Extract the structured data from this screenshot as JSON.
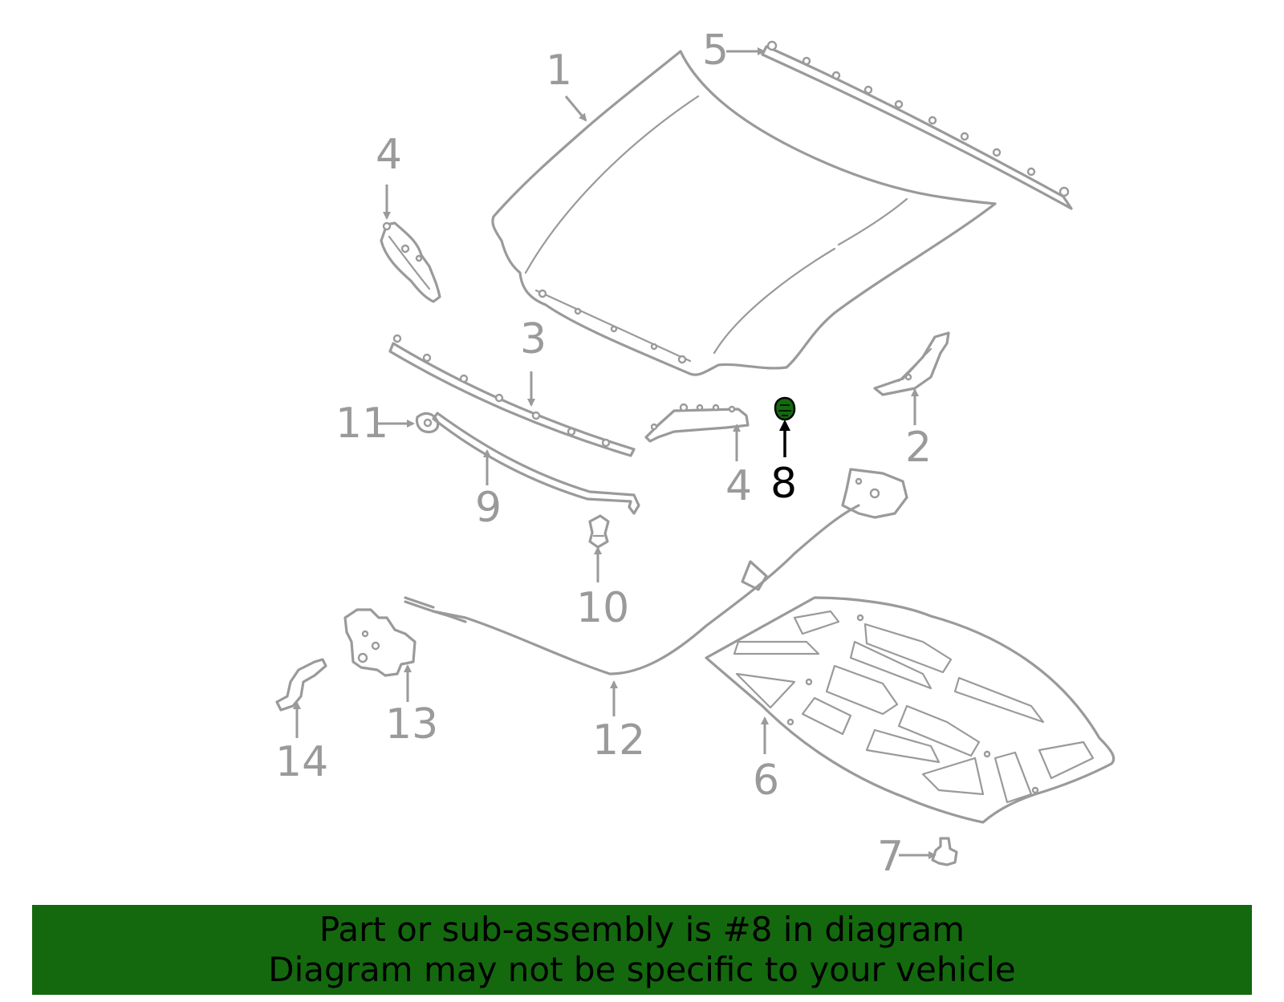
{
  "callouts": {
    "c1": "1",
    "c2": "2",
    "c3": "3",
    "c4a": "4",
    "c4b": "4",
    "c5": "5",
    "c6": "6",
    "c7": "7",
    "c8": "8",
    "c9": "9",
    "c10": "10",
    "c11": "11",
    "c12": "12",
    "c13": "13",
    "c14": "14"
  },
  "highlight": {
    "part": "8",
    "color": "#14690f"
  },
  "banner": {
    "line1": "Part or sub-assembly is #8 in diagram",
    "line2": "Diagram may not be specific to your vehicle",
    "background": "#14690f"
  }
}
